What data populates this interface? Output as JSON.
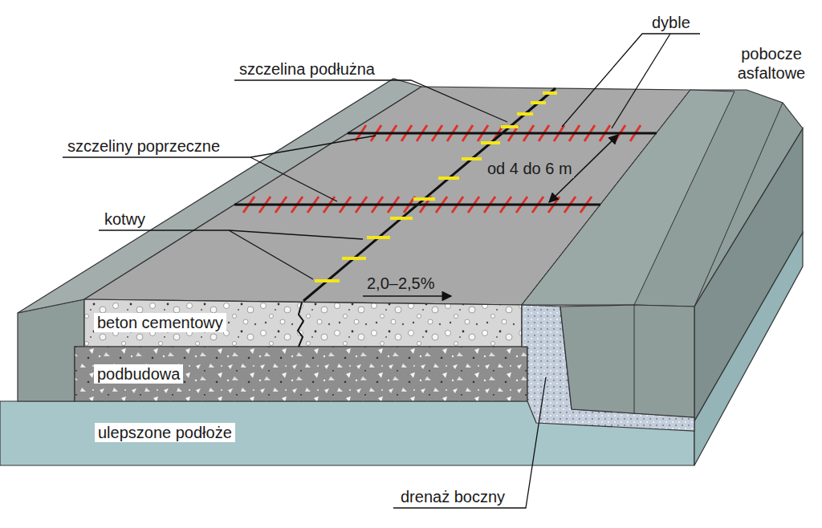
{
  "diagram": {
    "nodes": [
      {
        "text": [
          "beton cementowy"
        ]
      },
      {
        "text": [
          "podbudowa"
        ]
      },
      {
        "text": [
          "ulepszone podłoże"
        ]
      }
    ],
    "labels": [
      "szczelina podłużna",
      "dyble",
      "pobocze asfaltowe",
      "szczeliny poprzeczne",
      "od 4 do 6 m",
      "kotwy",
      "2,0–2,5%",
      "drenaż boczny"
    ]
  }
}
